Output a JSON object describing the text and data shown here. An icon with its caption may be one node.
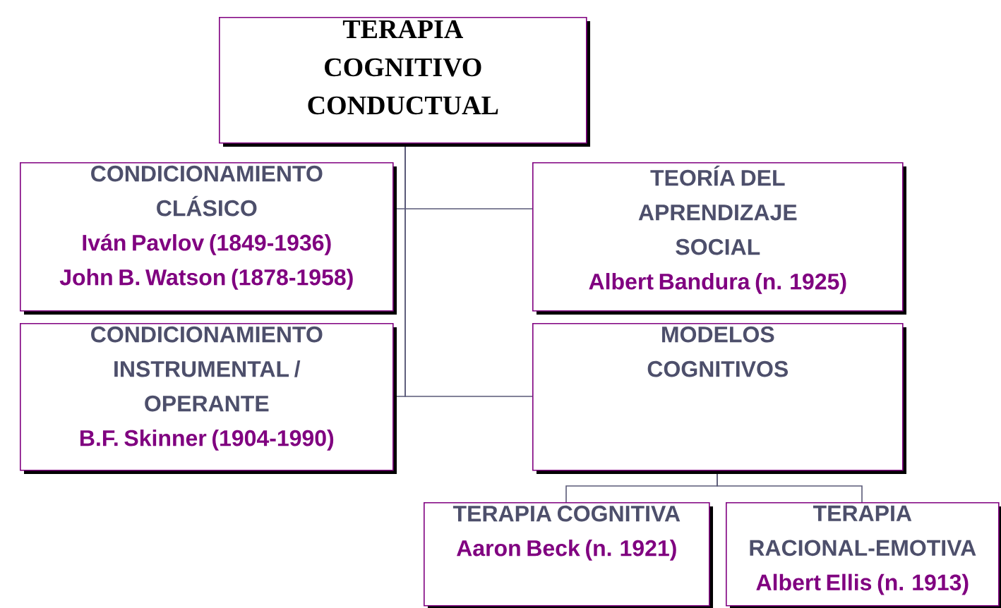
{
  "diagram": {
    "nodes": [
      {
        "text": [
          "TERAPIA COGNITIVO CONDUCTUAL"
        ]
      },
      {
        "text": [
          "CONDICIONAMIENTO CLÁSICO",
          "Iván Pavlov (1849-1936)",
          "John B. Watson (1878-1958)"
        ]
      },
      {
        "text": [
          "TEORÍA DEL APRENDIZAJE SOCIAL",
          "Albert Bandura (n. 1925)"
        ]
      },
      {
        "text": [
          "CONDICIONAMIENTO INSTRUMENTAL / OPERANTE",
          "B.F. Skinner (1904-1990)"
        ]
      },
      {
        "text": [
          "MODELOS COGNITIVOS"
        ]
      },
      {
        "text": [
          "TERAPIA COGNITIVA",
          "Aaron Beck (n. 1921)"
        ]
      },
      {
        "text": [
          "TERAPIA RACIONAL-EMOTIVA",
          "Albert Ellis (n. 1913)"
        ]
      }
    ],
    "edges": [
      {
        "from": 0,
        "to": 1,
        "arrow": "none"
      },
      {
        "from": 0,
        "to": 2,
        "arrow": "none"
      },
      {
        "from": 0,
        "to": 3,
        "arrow": "none"
      },
      {
        "from": 0,
        "to": 4,
        "arrow": "none"
      },
      {
        "from": 4,
        "to": 5,
        "arrow": "none"
      },
      {
        "from": 4,
        "to": 6,
        "arrow": "none"
      }
    ]
  }
}
